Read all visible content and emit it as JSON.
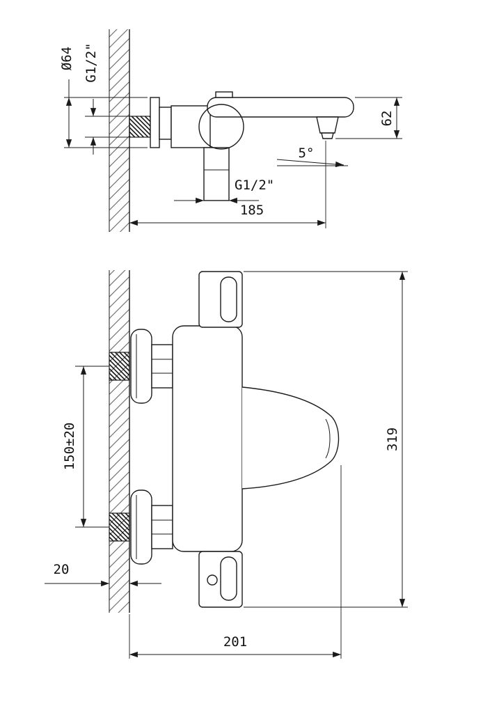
{
  "page": {
    "background": "#ffffff",
    "line_color": "#1a1a1a",
    "hatch_color": "#666666"
  },
  "drawing": {
    "upper_view": {
      "dims": {
        "escutcheon_diameter": "Ø64",
        "inlet_thread": "G1/2\"",
        "spout_height": "62",
        "spout_angle": "5°",
        "outlet_thread": "G1/2\"",
        "wall_to_spout": "185"
      }
    },
    "lower_view": {
      "dims": {
        "inlet_spacing": "150±20",
        "wall_offset": "20",
        "total_height": "319",
        "total_depth": "201"
      }
    }
  }
}
